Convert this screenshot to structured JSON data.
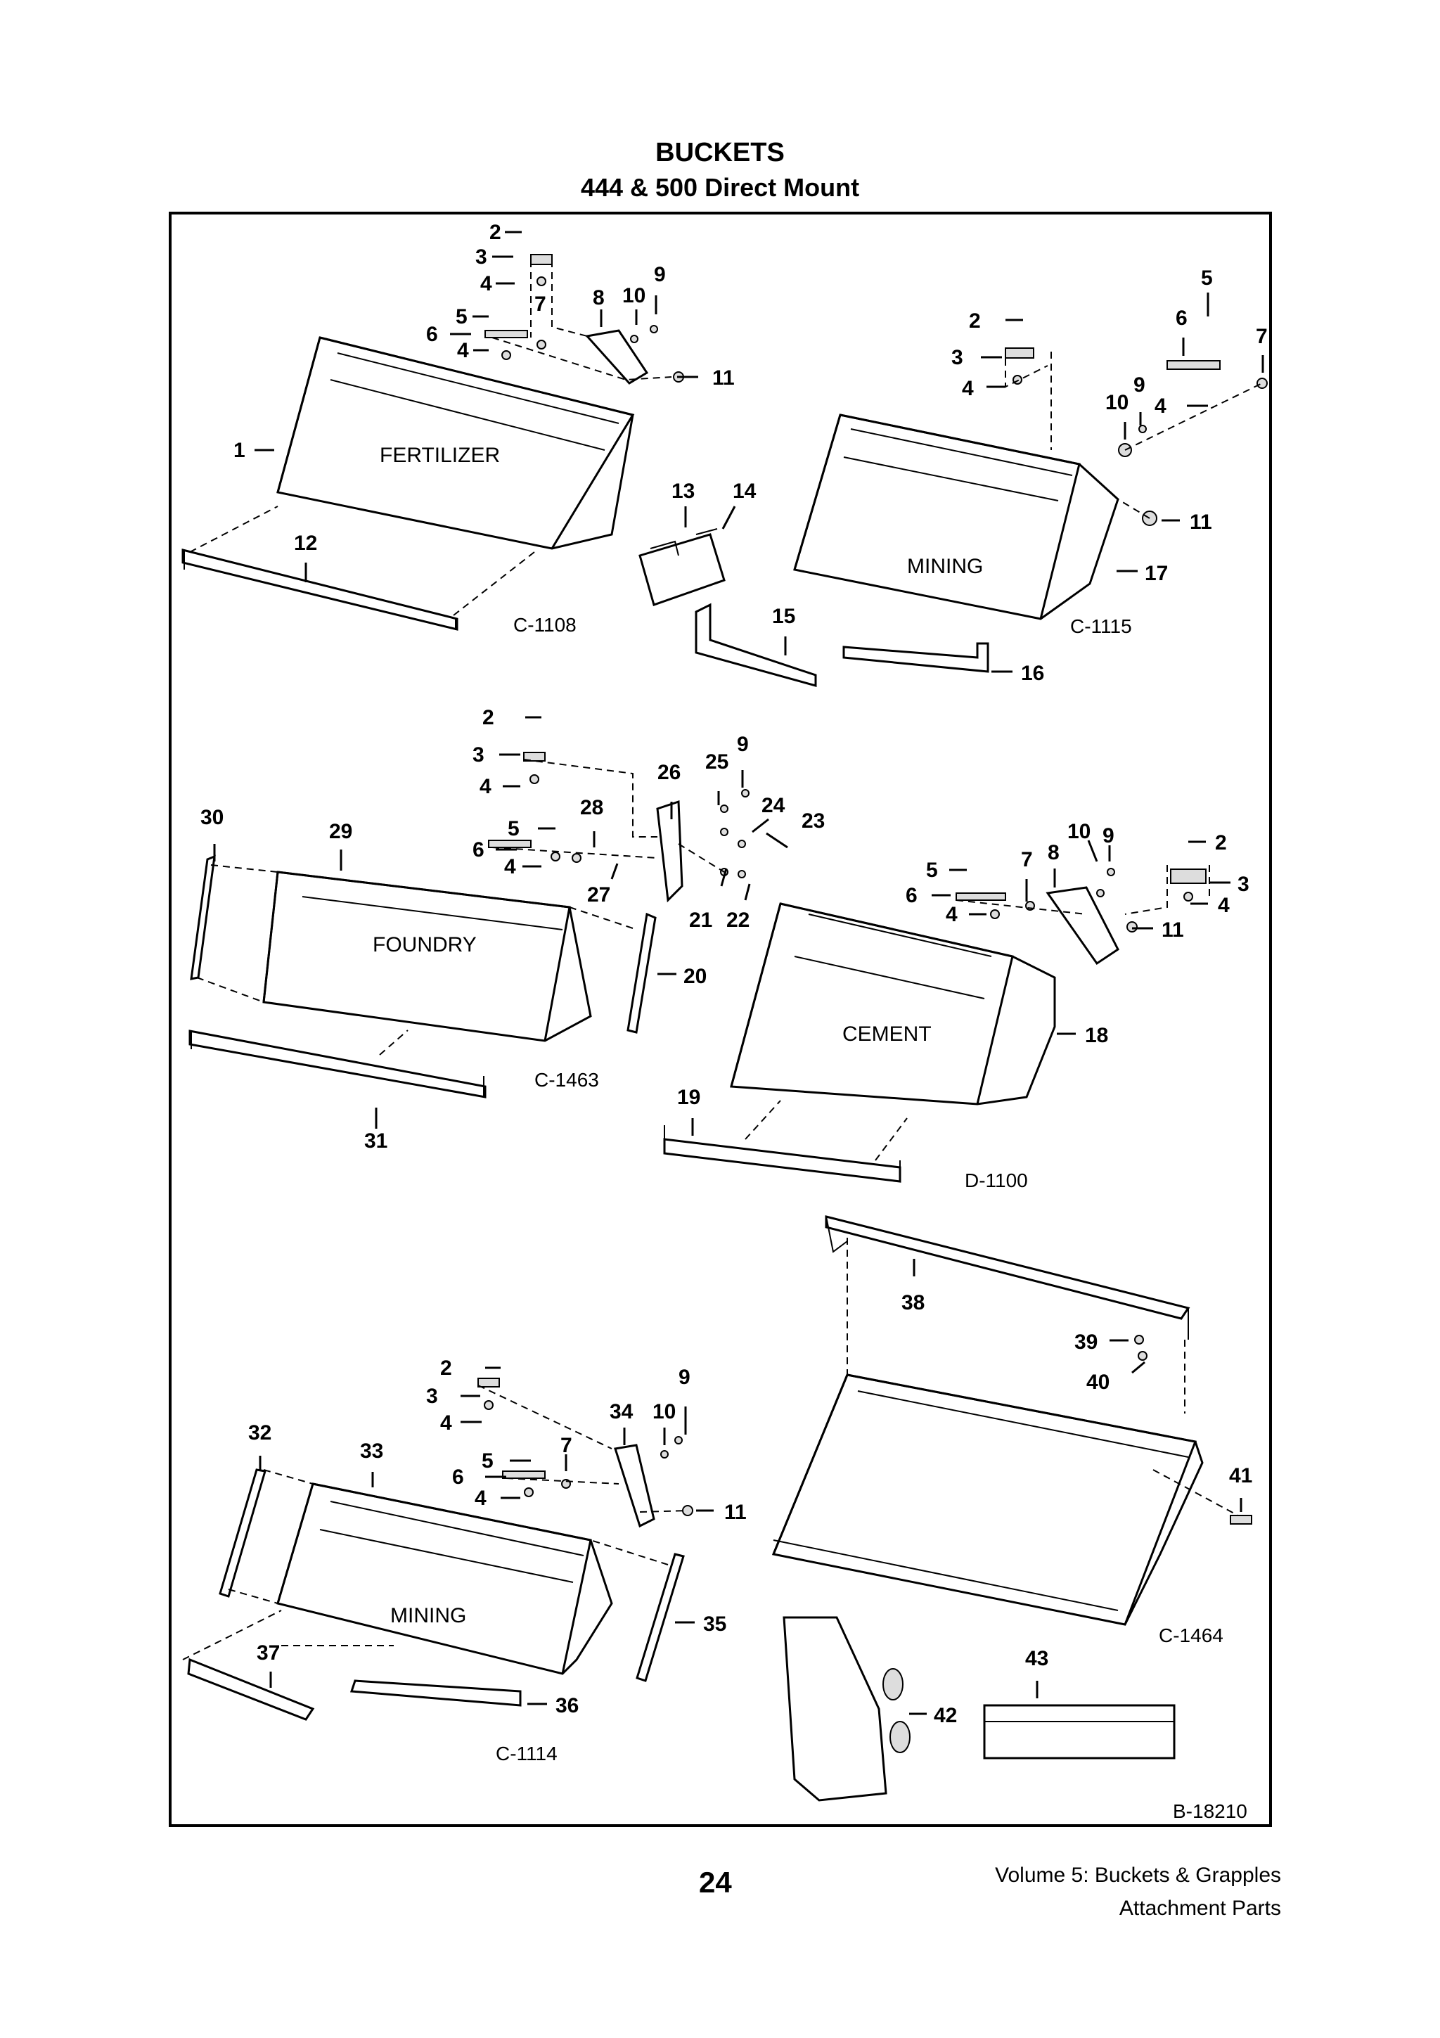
{
  "title": "BUCKETS",
  "subtitle": "444 & 500 Direct Mount",
  "footer": {
    "page_number": "24",
    "volume": "Volume 5: Buckets & Grapples",
    "section": "Attachment Parts"
  },
  "bucket_names": {
    "fertilizer": "FERTILIZER",
    "mining_top": "MINING",
    "foundry": "FOUNDRY",
    "cement": "CEMENT",
    "mining_bottom": "MINING"
  },
  "figure_codes": {
    "c1108": "C-1108",
    "c1115": "C-1115",
    "c1463": "C-1463",
    "d1100": "D-1100",
    "c1464": "C-1464",
    "c1114": "C-1114",
    "b18210": "B-18210"
  },
  "callouts": {
    "p1": "1",
    "p2": "2",
    "p3": "3",
    "p4": "4",
    "p5": "5",
    "p6": "6",
    "p7": "7",
    "p8": "8",
    "p9": "9",
    "p10": "10",
    "p11": "11",
    "p12": "12",
    "p13": "13",
    "p14": "14",
    "p15": "15",
    "p16": "16",
    "p17": "17",
    "p18": "18",
    "p19": "19",
    "p20": "20",
    "p21": "21",
    "p22": "22",
    "p23": "23",
    "p24": "24",
    "p25": "25",
    "p26": "26",
    "p27": "27",
    "p28": "28",
    "p29": "29",
    "p30": "30",
    "p31": "31",
    "p32": "32",
    "p33": "33",
    "p34": "34",
    "p35": "35",
    "p36": "36",
    "p37": "37",
    "p38": "38",
    "p39": "39",
    "p40": "40",
    "p41": "41",
    "p42": "42",
    "p43": "43"
  }
}
